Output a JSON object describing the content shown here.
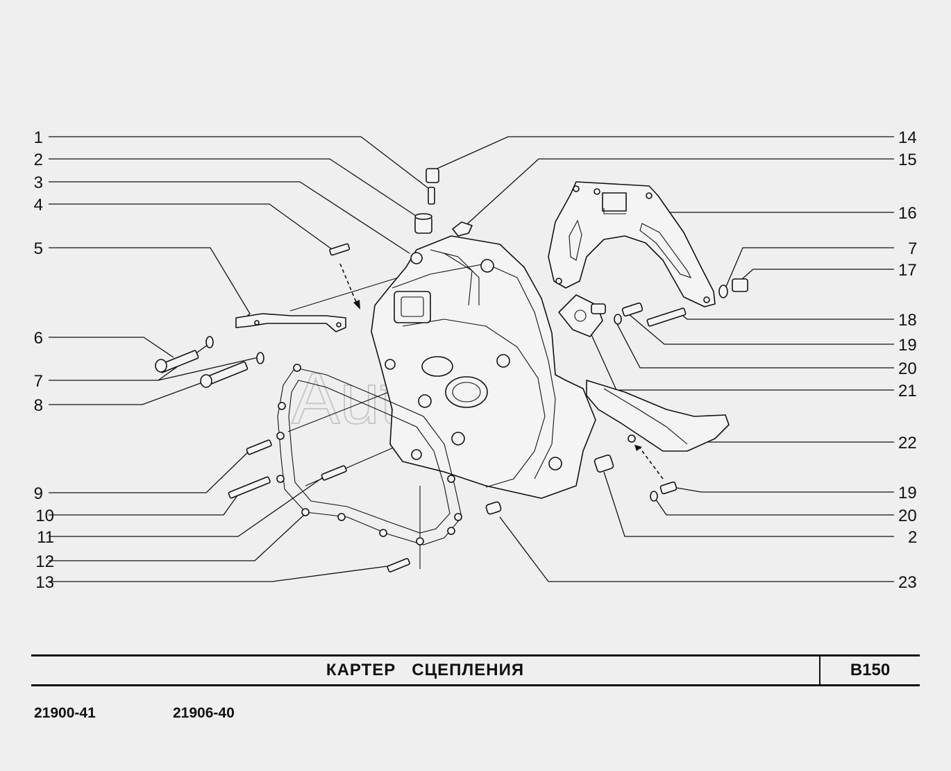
{
  "watermark": "AutoSoft",
  "title": "КАРТЕР   СЦЕПЛЕНИЯ",
  "page_code": "B150",
  "models": [
    "21900-41",
    "21906-40"
  ],
  "callouts_left": [
    "1",
    "2",
    "3",
    "4",
    "5",
    "6",
    "7",
    "8",
    "9",
    "10",
    "11",
    "12",
    "13"
  ],
  "callouts_right": [
    "14",
    "15",
    "16",
    "7",
    "17",
    "18",
    "19",
    "20",
    "21",
    "22",
    "19",
    "20",
    "2",
    "23"
  ]
}
